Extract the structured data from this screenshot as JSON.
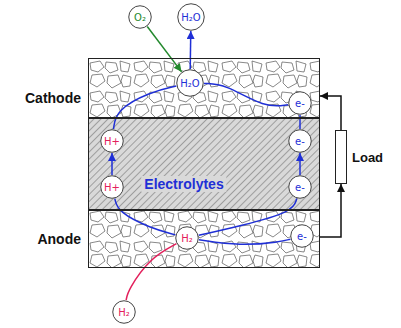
{
  "diagram": {
    "nodes": [
      {
        "text": [
          "O₂"
        ]
      },
      {
        "text": [
          "H₂O"
        ]
      },
      {
        "text": [
          "Cathode"
        ]
      },
      {
        "text": [
          "H₂O"
        ],
        "in": 2
      },
      {
        "text": [
          "e-"
        ],
        "in": 2
      },
      {
        "text": [
          "Electrolytes"
        ]
      },
      {
        "text": [
          "H+"
        ],
        "in": 5
      },
      {
        "text": [
          "e-"
        ],
        "in": 5
      },
      {
        "text": [
          "H+"
        ],
        "in": 5
      },
      {
        "text": [
          "e-"
        ],
        "in": 5
      },
      {
        "text": [
          "Load"
        ]
      },
      {
        "text": [
          "Anode"
        ]
      },
      {
        "text": [
          "H₂"
        ],
        "in": 11
      },
      {
        "text": [
          "e-"
        ],
        "in": 11
      },
      {
        "text": [
          "H₂"
        ]
      }
    ],
    "edges": [
      {
        "from": 0,
        "to": 3,
        "arrow": "to"
      },
      {
        "from": 3,
        "to": 1,
        "arrow": "to"
      },
      {
        "from": 14,
        "to": 12,
        "arrow": "none"
      },
      {
        "from": 12,
        "to": 8,
        "arrow": "none"
      },
      {
        "from": 12,
        "to": 9,
        "arrow": "none"
      },
      {
        "from": 12,
        "to": 13,
        "arrow": "none"
      },
      {
        "from": 8,
        "to": 6,
        "arrow": "to"
      },
      {
        "from": 9,
        "to": 7,
        "arrow": "to"
      },
      {
        "from": 6,
        "to": 3,
        "arrow": "none"
      },
      {
        "from": 7,
        "to": 4,
        "arrow": "none"
      },
      {
        "from": 4,
        "to": 3,
        "arrow": "none"
      },
      {
        "from": 11,
        "to": 10,
        "arrow": "to"
      },
      {
        "from": 10,
        "to": 2,
        "arrow": "to"
      }
    ]
  }
}
